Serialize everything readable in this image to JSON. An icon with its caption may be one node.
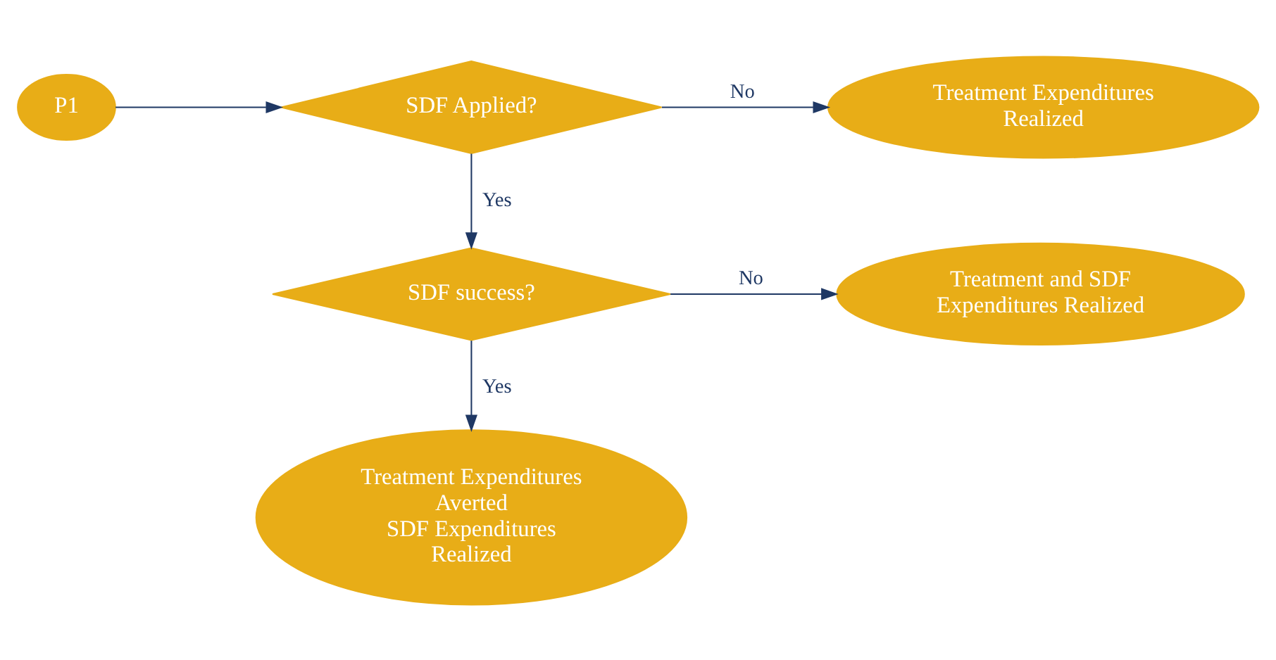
{
  "diagram": {
    "nodes": [
      {
        "text": [
          "P1"
        ]
      },
      {
        "text": [
          "SDF Applied?"
        ]
      },
      {
        "text": [
          "Treatment Expenditures Realized"
        ]
      },
      {
        "text": [
          "SDF success?"
        ]
      },
      {
        "text": [
          "Treatment and SDF Expenditures Realized"
        ]
      },
      {
        "text": [
          "Treatment Expenditures Averted",
          "SDF Expenditures Realized"
        ]
      }
    ],
    "edges": [
      {
        "from": 0,
        "to": 1,
        "arrow": "to"
      },
      {
        "from": 1,
        "to": 2,
        "arrow": "to",
        "label": "No"
      },
      {
        "from": 1,
        "to": 3,
        "arrow": "to",
        "label": "Yes"
      },
      {
        "from": 3,
        "to": 4,
        "arrow": "to",
        "label": "No"
      },
      {
        "from": 3,
        "to": 5,
        "arrow": "to",
        "label": "Yes"
      }
    ]
  }
}
